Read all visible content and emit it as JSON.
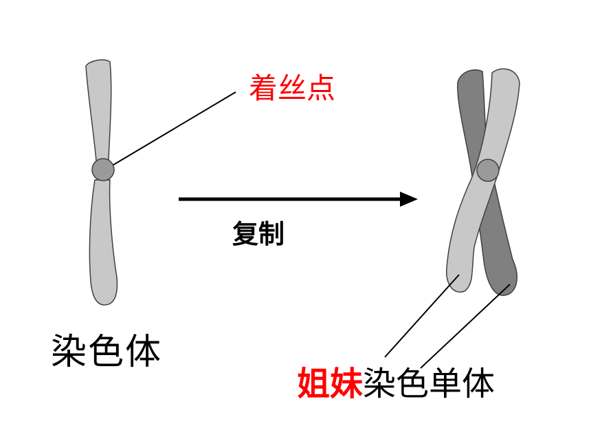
{
  "labels": {
    "centromere": "着丝点",
    "replication": "复制",
    "chromosome": "染色体",
    "sister_prefix": "姐妹",
    "sister_suffix": "染色单体"
  },
  "colors": {
    "chromatid_light": "#c8c8c8",
    "chromatid_dark": "#808080",
    "centromere": "#9a9a9a",
    "label_red": "#ff0000",
    "line": "#000000"
  }
}
